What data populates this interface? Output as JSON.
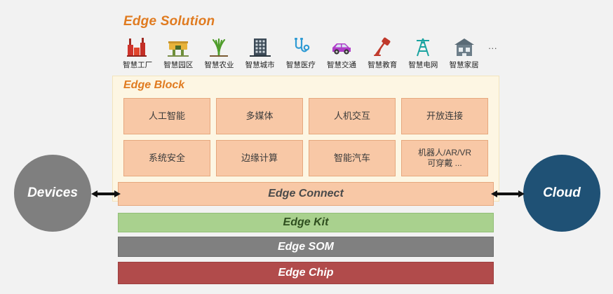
{
  "solution": {
    "title": "Edge Solution",
    "title_color": "#e07b20",
    "icons": [
      {
        "name": "smart-factory-icon",
        "label": "智慧工厂"
      },
      {
        "name": "smart-park-icon",
        "label": "智慧园区"
      },
      {
        "name": "smart-agriculture-icon",
        "label": "智慧农业"
      },
      {
        "name": "smart-city-icon",
        "label": "智慧城市"
      },
      {
        "name": "smart-healthcare-icon",
        "label": "智慧医疗"
      },
      {
        "name": "smart-transportation-icon",
        "label": "智慧交通"
      },
      {
        "name": "smart-education-icon",
        "label": "智慧教育"
      },
      {
        "name": "smart-grid-icon",
        "label": "智慧电网"
      },
      {
        "name": "smart-home-icon",
        "label": "智慧家居"
      }
    ],
    "more": "···"
  },
  "edge_block": {
    "title": "Edge Block",
    "cells": [
      "人工智能",
      "多媒体",
      "人机交互",
      "开放连接",
      "系统安全",
      "边缘计算",
      "智能汽车",
      "机器人/AR/VR\n可穿戴 ..."
    ],
    "cell_last_line1": "机器人/AR/VR",
    "cell_last_line2": "可穿戴 ..."
  },
  "stack": [
    {
      "name": "edge-connect",
      "label": "Edge Connect",
      "color": "#f8c8a6"
    },
    {
      "name": "edge-kit",
      "label": "Edge Kit",
      "color": "#a9d18e"
    },
    {
      "name": "edge-som",
      "label": "Edge SOM",
      "color": "#808080"
    },
    {
      "name": "edge-chip",
      "label": "Edge Chip",
      "color": "#b14b4b"
    }
  ],
  "endpoints": {
    "devices": {
      "label": "Devices",
      "color": "#7f7f7f"
    },
    "cloud": {
      "label": "Cloud",
      "color": "#1f5175"
    }
  }
}
